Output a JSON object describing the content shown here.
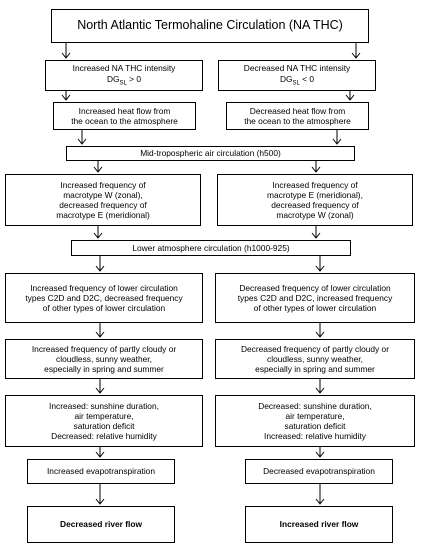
{
  "title": "North Atlantic Termohaline Circulation (NA THC)",
  "left": {
    "intensity": {
      "line1": "Increased NA THC intensity",
      "prefix": "DG",
      "sub": "SL",
      "suffix": " > 0"
    },
    "heat": [
      "Increased heat flow from",
      "the ocean to the atmosphere"
    ],
    "macrotype": [
      "Increased frequency of",
      "macrotype W (zonal),",
      "decreased frequency of",
      "macrotype E (meridional)"
    ],
    "lower_types": [
      "Increased frequency of lower circulation",
      "types C2D and D2C, decreased frequency",
      "of other types of lower circulation"
    ],
    "weather": [
      "Increased frequency of partly cloudy or",
      "cloudless, sunny weather,",
      "especially in spring and summer"
    ],
    "effects": [
      "Increased: sunshine duration,",
      "air temperature,",
      "saturation deficit",
      "Decreased: relative humidity"
    ],
    "evapotranspiration": "Increased evapotranspiration",
    "river": "Decreased river flow"
  },
  "right": {
    "intensity": {
      "line1": "Decreased NA THC intensity",
      "prefix": "DG",
      "sub": "SL",
      "suffix": " < 0"
    },
    "heat": [
      "Decreased heat flow from",
      "the ocean to the atmosphere"
    ],
    "macrotype": [
      "Increased frequency of",
      "macrotype E (meridional),",
      "decreased frequency of",
      "macrotype W (zonal)"
    ],
    "lower_types": [
      "Decreased frequency of lower circulation",
      "types C2D and D2C, increased frequency",
      "of other types of lower circulation"
    ],
    "weather": [
      "Decreased frequency of partly cloudy or",
      "cloudless, sunny weather,",
      "especially in spring and summer"
    ],
    "effects": [
      "Decreased: sunshine duration,",
      "air temperature,",
      "saturation deficit",
      "Increased: relative humidity"
    ],
    "evapotranspiration": "Decreased evapotranspiration",
    "river": "Increased river flow"
  },
  "mid_circulation": "Mid-tropospheric air circulation (h500)",
  "lower_circulation": "Lower atmosphere circulation (h1000-925)"
}
